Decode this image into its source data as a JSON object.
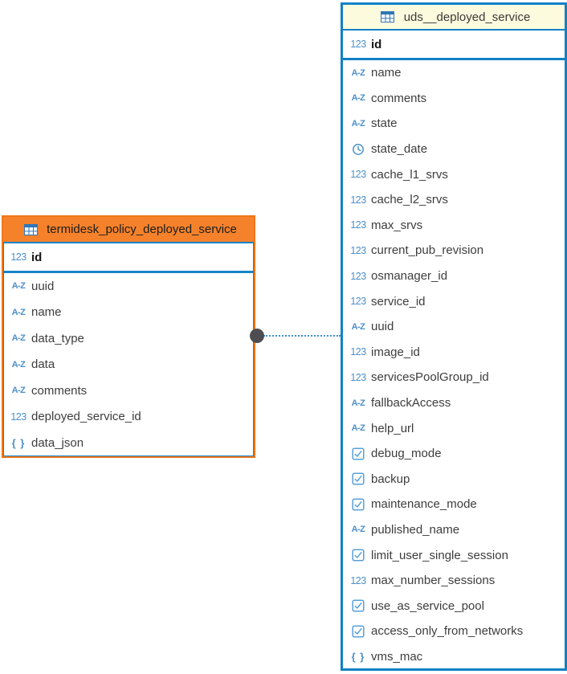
{
  "diagram": {
    "tables": [
      {
        "name": "termidesk_policy_deployed_service",
        "selected": true,
        "header_color": "#F5822B",
        "border_color": "#EE7618",
        "primary_key": [
          {
            "name": "id",
            "icon": "number-type-icon"
          }
        ],
        "fields": [
          {
            "name": "uuid",
            "icon": "string-type-icon"
          },
          {
            "name": "name",
            "icon": "string-type-icon"
          },
          {
            "name": "data_type",
            "icon": "string-type-icon"
          },
          {
            "name": "data",
            "icon": "string-type-icon"
          },
          {
            "name": "comments",
            "icon": "string-type-icon"
          },
          {
            "name": "deployed_service_id",
            "icon": "number-type-icon"
          },
          {
            "name": "data_json",
            "icon": "json-type-icon"
          }
        ]
      },
      {
        "name": "uds__deployed_service",
        "selected": false,
        "header_color": "#FDFBDE",
        "border_color": "#1181C6",
        "primary_key": [
          {
            "name": "id",
            "icon": "number-type-icon"
          }
        ],
        "fields": [
          {
            "name": "name",
            "icon": "string-type-icon"
          },
          {
            "name": "comments",
            "icon": "string-type-icon"
          },
          {
            "name": "state",
            "icon": "string-type-icon"
          },
          {
            "name": "state_date",
            "icon": "datetime-type-icon"
          },
          {
            "name": "cache_l1_srvs",
            "icon": "number-type-icon"
          },
          {
            "name": "cache_l2_srvs",
            "icon": "number-type-icon"
          },
          {
            "name": "max_srvs",
            "icon": "number-type-icon"
          },
          {
            "name": "current_pub_revision",
            "icon": "number-type-icon"
          },
          {
            "name": "osmanager_id",
            "icon": "number-type-icon"
          },
          {
            "name": "service_id",
            "icon": "number-type-icon"
          },
          {
            "name": "uuid",
            "icon": "string-type-icon"
          },
          {
            "name": "image_id",
            "icon": "number-type-icon"
          },
          {
            "name": "servicesPoolGroup_id",
            "icon": "number-type-icon"
          },
          {
            "name": "fallbackAccess",
            "icon": "string-type-icon"
          },
          {
            "name": "help_url",
            "icon": "string-type-icon"
          },
          {
            "name": "debug_mode",
            "icon": "boolean-type-icon"
          },
          {
            "name": "backup",
            "icon": "boolean-type-icon"
          },
          {
            "name": "maintenance_mode",
            "icon": "boolean-type-icon"
          },
          {
            "name": "published_name",
            "icon": "string-type-icon"
          },
          {
            "name": "limit_user_single_session",
            "icon": "boolean-type-icon"
          },
          {
            "name": "max_number_sessions",
            "icon": "number-type-icon"
          },
          {
            "name": "use_as_service_pool",
            "icon": "boolean-type-icon"
          },
          {
            "name": "access_only_from_networks",
            "icon": "boolean-type-icon"
          },
          {
            "name": "vms_mac",
            "icon": "json-type-icon"
          }
        ]
      }
    ],
    "relation": {
      "style": "dotted",
      "line_color": "#3E8ED0",
      "endpoint": "filled-circle",
      "endpoint_color": "#4E4E52"
    },
    "icon_glyphs": {
      "number-type-icon": "123",
      "string-type-icon": "A-Z",
      "json-type-icon": "{ }"
    },
    "colors": {
      "frame_blue": "#1181C6",
      "icon_blue": "#4C8FC9",
      "field_text": "#3D3D3D",
      "pale_yellow_header": "#FDFBDE",
      "orange_header": "#F5822B",
      "orange_border": "#EE7618"
    }
  }
}
